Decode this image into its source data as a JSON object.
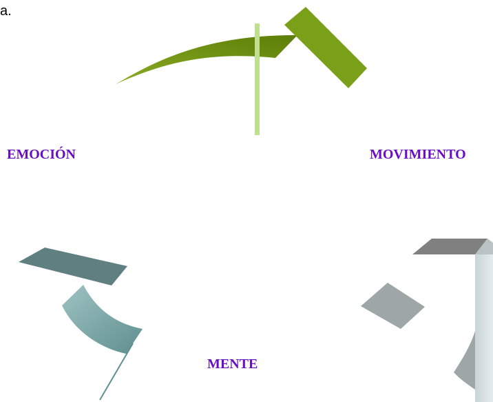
{
  "top_fragment_text": "a.",
  "labels": {
    "emocion": "EMOCIÓN",
    "movimiento": "MOVIMIENTO",
    "mente": "MENTE"
  },
  "colors": {
    "label_text": "#6a0dc7",
    "green_dark": "#5c7e08",
    "green_mid": "#7aa01a",
    "green_light": "#bfe08f",
    "teal_dark": "#5f7f80",
    "teal_light": "#8ab1b2",
    "gray_dark": "#808080",
    "gray_mid": "#9ea6a7",
    "gray_light": "#d6e0e2"
  }
}
